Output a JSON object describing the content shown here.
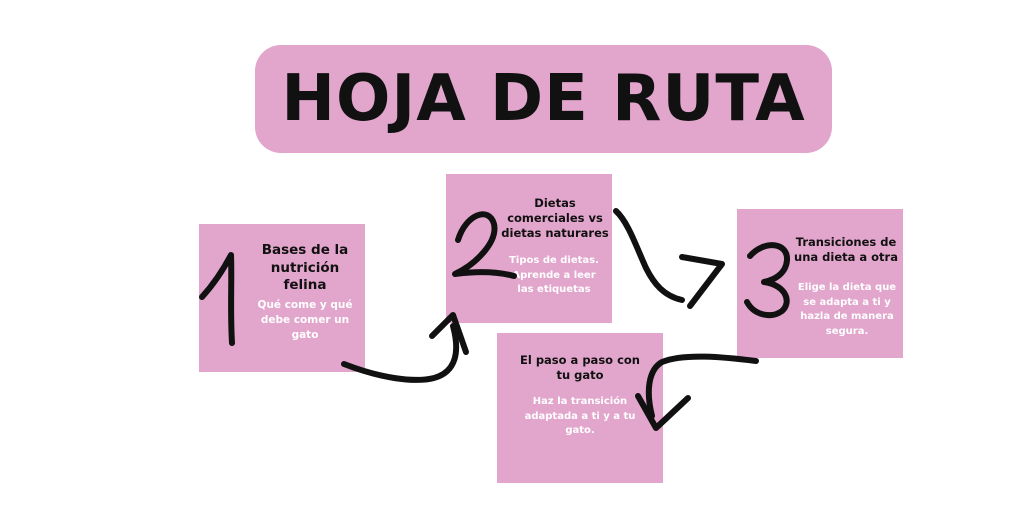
{
  "colors": {
    "background": "#ffffff",
    "pink": "#e2a5cc",
    "ink": "#111111",
    "desc_text": "#ffffff"
  },
  "title": "HOJA DE RUTA",
  "steps": [
    {
      "number": "1",
      "title": "Bases de la nutrición felina",
      "description": "Qué come y qué debe comer un gato"
    },
    {
      "number": "2",
      "title": "Dietas comerciales vs dietas naturares",
      "description": "Tipos de dietas. Aprende a leer las etiquetas"
    },
    {
      "number": "3",
      "title": "Transiciones de una dieta a otra",
      "description": "Elige la dieta que se adapta a ti y hazla de manera segura."
    },
    {
      "number": "",
      "title": "El paso a paso con tu gato",
      "description": "Haz la transición adaptada a ti y a tu gato."
    }
  ]
}
